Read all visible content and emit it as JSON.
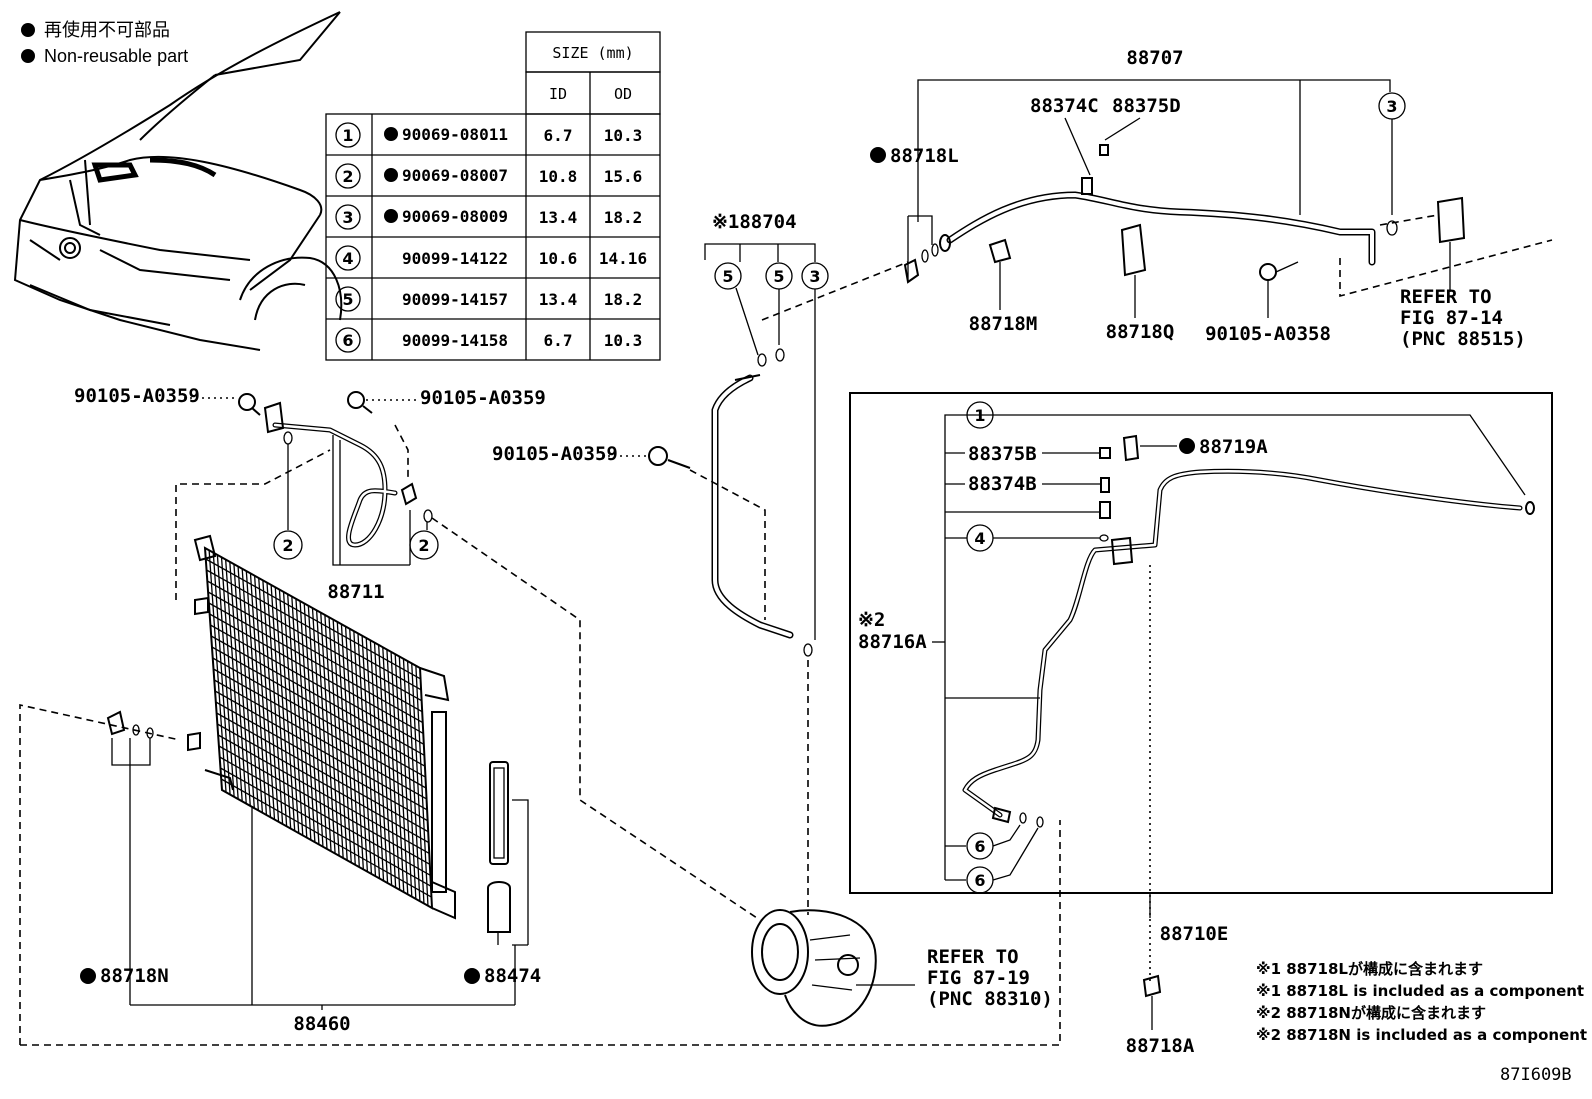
{
  "legend": {
    "non_reusable_jp": "再使用不可部品",
    "non_reusable_en": "Non-reusable part"
  },
  "size_table": {
    "header_size": "SIZE (mm)",
    "header_id": "ID",
    "header_od": "OD",
    "rows": [
      {
        "ref": "1",
        "part": "90069-08011",
        "non_reusable": true,
        "id": "6.7",
        "od": "10.3"
      },
      {
        "ref": "2",
        "part": "90069-08007",
        "non_reusable": true,
        "id": "10.8",
        "od": "15.6"
      },
      {
        "ref": "3",
        "part": "90069-08009",
        "non_reusable": true,
        "id": "13.4",
        "od": "18.2"
      },
      {
        "ref": "4",
        "part": "90099-14122",
        "non_reusable": false,
        "id": "10.6",
        "od": "14.16"
      },
      {
        "ref": "5",
        "part": "90099-14157",
        "non_reusable": false,
        "id": "13.4",
        "od": "18.2"
      },
      {
        "ref": "6",
        "part": "90099-14158",
        "non_reusable": false,
        "id": "6.7",
        "od": "10.3"
      }
    ]
  },
  "parts": {
    "p88707": "88707",
    "p88374c": "88374C",
    "p88375d": "88375D",
    "p88718l": "88718L",
    "p88718m": "88718M",
    "p88718q": "88718Q",
    "p90105_a0358": "90105-A0358",
    "p88704": "※188704",
    "p90105_a0359_left": "90105-A0359",
    "p90105_a0359_right": "90105-A0359",
    "p90105_a0359_mid": "90105-A0359",
    "p88711": "88711",
    "p88375b": "88375B",
    "p88374b": "88374B",
    "p88719a": "88719A",
    "p88716a_mark": "※2",
    "p88716a": "88716A",
    "p88710e": "88710E",
    "p88718n": "88718N",
    "p88474": "88474",
    "p88460": "88460",
    "p88718a": "88718A"
  },
  "refs": {
    "fig_87_14": {
      "l1": "REFER TO",
      "l2": "FIG 87-14",
      "l3": "(PNC 88515)"
    },
    "fig_87_19": {
      "l1": "REFER TO",
      "l2": "FIG 87-19",
      "l3": "(PNC 88310)"
    }
  },
  "notes": [
    "※1 88718Lが構成に含まれます",
    "※1 88718L is included as a component",
    "※2 88718Nが構成に含まれます",
    "※2 88718N is included as a component"
  ],
  "figure_code": "87I609B"
}
